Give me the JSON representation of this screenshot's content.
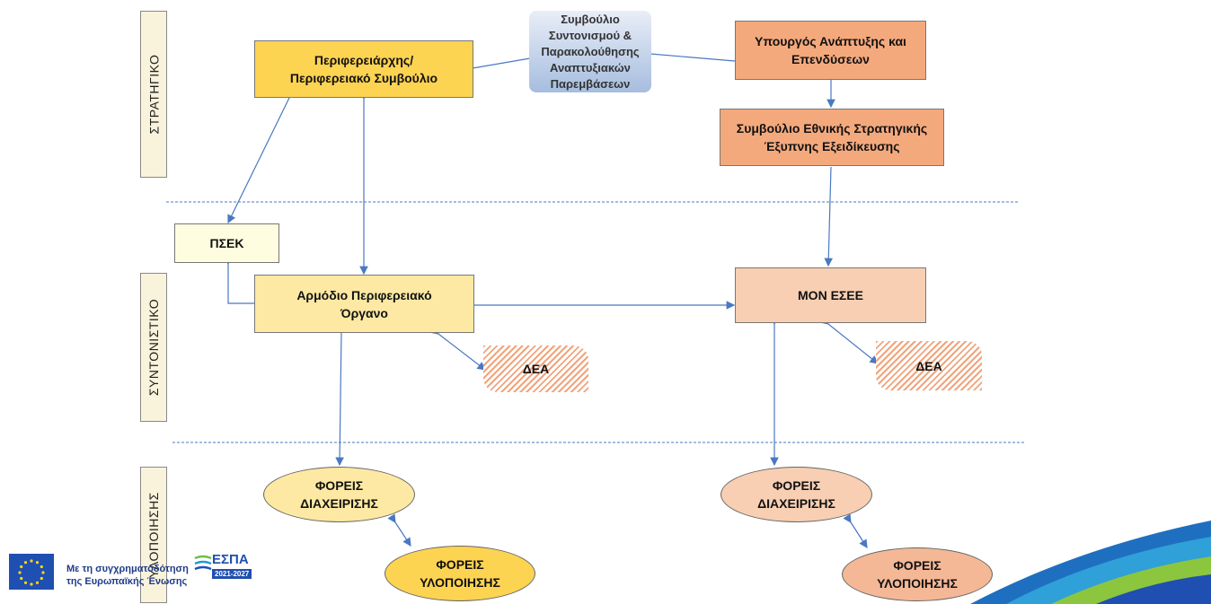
{
  "lanes": {
    "strategic": "ΣΤΡΑΤΗΓΙΚΟ",
    "coordinating": "ΣΥΝΤΟΝΙΣΤΙΚΟ",
    "implementing": "ΥΛΟΠΟΙΗΣΗΣ"
  },
  "boxes": {
    "regional_governor": "Περιφερειάρχης/\nΠεριφερειακό Συμβούλιο",
    "monitoring_council": "Συμβούλιο\nΣυντονισμού &\nΠαρακολούθησης\nΑναπτυξιακών\nΠαρεμβάσεων",
    "minister": "Υπουργός Ανάπτυξης και\nΕπενδύσεων",
    "national_council": "Συμβούλιο Εθνικής Στρατηγικής\nΈξυπνης Εξειδίκευσης",
    "psek": "ΠΣΕΚ",
    "regional_body": "Αρμόδιο Περιφερειακό\nΌργανο",
    "mon_esee": "ΜΟΝ ΕΣΕΕ",
    "dea_left": "ΔΕΑ",
    "dea_right": "ΔΕΑ",
    "mgmt_left": "ΦΟΡΕΙΣ\nΔΙΑΧΕΙΡΙΣΗΣ",
    "mgmt_right": "ΦΟΡΕΙΣ\nΔΙΑΧΕΙΡΙΣΗΣ",
    "impl_left": "ΦΟΡΕΙΣ\nΥΛΟΠΟΙΗΣΗΣ",
    "impl_right": "ΦΟΡΕΙΣ\nΥΛΟΠΟΙΗΣΗΣ"
  },
  "footer": {
    "eu_text": "Με τη συγχρηματοδότηση\nτης Ευρωπαϊκής Ένωσης",
    "espa_name": "ΕΣΠΑ",
    "espa_years": "2021-2027"
  },
  "colors": {
    "yellow": "#fdd352",
    "light_yellow": "#fde9a3",
    "orange": "#f4a97d",
    "light_orange": "#f8cfb3",
    "connector": "#4a78c2",
    "eu_blue": "#1f4fb0"
  }
}
